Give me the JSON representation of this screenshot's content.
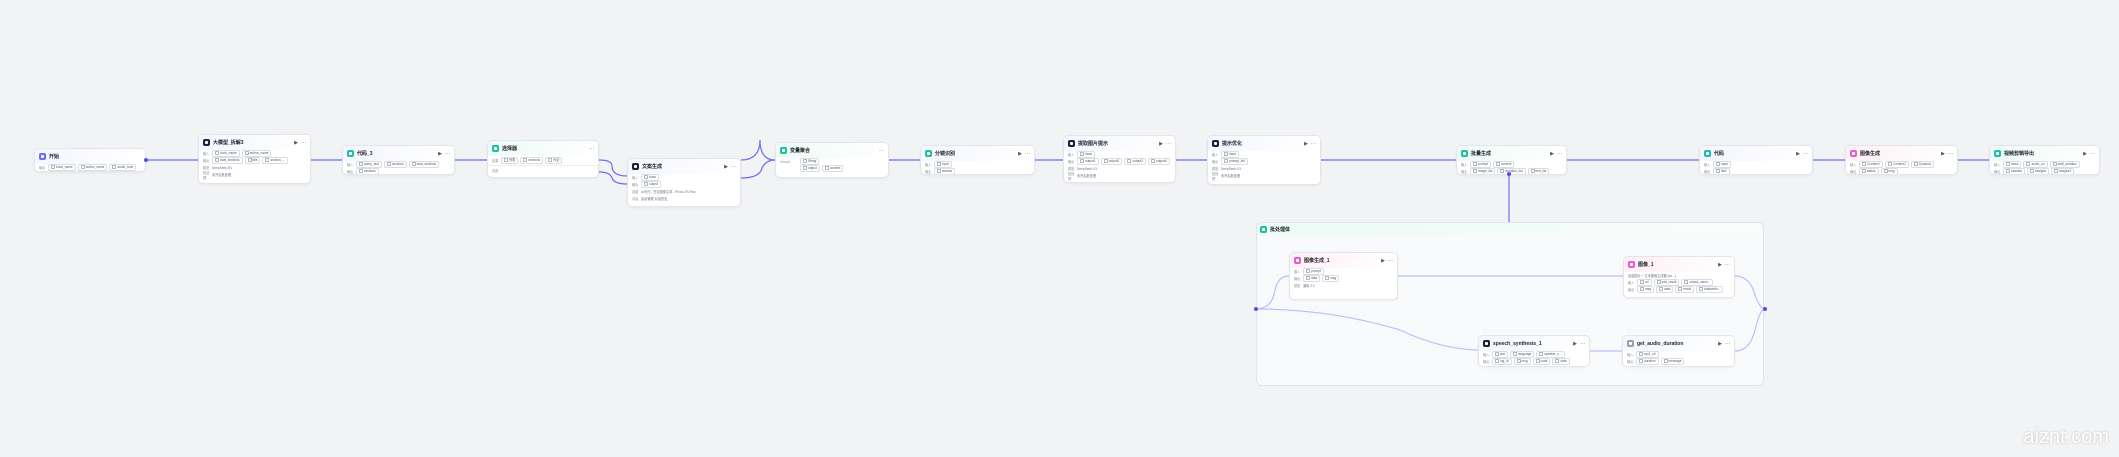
{
  "colors": {
    "accent": "#4d53e8",
    "blue_icon": "#6b6ef3",
    "dark_icon": "#1f1f2e",
    "teal_icon": "#1fbfa0",
    "pink_icon": "#e25fd0"
  },
  "nodes": {
    "start": {
      "title": "开始",
      "icon": "start-icon",
      "lab1": "输出",
      "p1": "book_name",
      "p2": "author_name",
      "p3": "audio_tone"
    },
    "n2": {
      "title": "大模型_拆解3",
      "icon": "llm-icon",
      "lab1": "输入",
      "lab2": "输出",
      "lab3": "模型",
      "lab4": "批处理",
      "p1": "book_name",
      "p2": "author_name",
      "p3": "total_sections",
      "p4": "title",
      "p5": "section_...",
      "model": "DeepSeek-R1",
      "batch": "未开启批处理"
    },
    "n3": {
      "title": "代码_3",
      "icon": "code-icon",
      "lab1": "输入",
      "lab2": "输出",
      "p1": "query_text",
      "p2": "sections",
      "p3": "total_sections",
      "p4": "sections"
    },
    "n4": {
      "title": "选择器",
      "icon": "selector-icon",
      "lab1": "如果",
      "sel": "列表",
      "sel2": "sections",
      "sel3": "为空",
      "lab2": "否则"
    },
    "n5": {
      "title": "文案生成",
      "icon": "llm-icon",
      "lab1": "输入",
      "lab2": "输出",
      "lab3": "技能",
      "lab4": "对话",
      "p1": "book",
      "p2": "output",
      "skill": "AI写作 - 豆包图像生成 - Photo-TN Flux",
      "dialog": "会话管理",
      "dialog2": "对话历史"
    },
    "n6": {
      "title": "变量聚合",
      "icon": "merge-icon",
      "lab1": "Group1",
      "p1": "String",
      "p2": "output",
      "p3": "content"
    },
    "n7": {
      "title": "分镜识别",
      "icon": "split-icon",
      "lab1": "输入",
      "lab2": "输出",
      "p1": "Input",
      "p2": "scenes"
    },
    "n8": {
      "title": "提取图片提示",
      "icon": "llm-icon",
      "lab1": "输入",
      "lab2": "输出",
      "lab3": "模型",
      "lab4": "批处理",
      "p1": "Input",
      "p2": "output1",
      "p3": "output2",
      "p4": "output3",
      "p5": "output4",
      "model": "DeepSeek-V3",
      "batch": "未开启批处理"
    },
    "n9": {
      "title": "提示优化",
      "icon": "llm-icon",
      "lab1": "输入",
      "lab2": "输出",
      "lab3": "模型",
      "lab4": "批处理",
      "p1": "Input",
      "p2": "prompt_list",
      "model": "DeepSeek-V3",
      "batch": "未开启批处理"
    },
    "n10": {
      "title": "批量生成",
      "icon": "batch-icon",
      "lab1": "输入",
      "lab2": "输出",
      "p1": "prompt",
      "p2": "content",
      "p3": "image_list",
      "p4": "duration_list",
      "p5": "text_list"
    },
    "n11": {
      "title": "代码",
      "icon": "code-icon",
      "lab1": "输入",
      "lab2": "输出",
      "p1": "Input",
      "p2": "list2"
    },
    "n12": {
      "title": "图像生成",
      "icon": "image-icon",
      "lab1": "输入",
      "lab2": "输出",
      "p1": "Content1",
      "p2": "Content2",
      "p3": "Dynamic",
      "p4": "status",
      "p5": "msg"
    },
    "n13": {
      "title": "视频剪辑导出",
      "icon": "video-icon",
      "lab1": "输入",
      "lab2": "输出",
      "p1": "news",
      "p2": "audio_url",
      "p3": "staff_duration",
      "p4": "usables",
      "p5": "designs",
      "p6": "images3"
    }
  },
  "group": {
    "title": "批处理体",
    "icon": "loop-icon",
    "g1": {
      "title": "图像生成_1",
      "icon": "image-icon",
      "lab1": "输入",
      "lab2": "输出",
      "lab3": "模型",
      "p1": "prompt",
      "p2": "data",
      "p3": "msg",
      "model": "通用 2.0"
    },
    "g2": {
      "title": "图像_1",
      "icon": "image-icon",
      "lab1": "任务",
      "lab2": "输入",
      "lab3": "输出",
      "task": "加载图片 + 文本图像生成器 (bu...)",
      "p1": "url",
      "p2": "add_result",
      "p3": "output_canvi...",
      "p4": "msg",
      "p5": "data",
      "p6": "result",
      "p7": "totalwidth...",
      "p8": "status"
    },
    "g3": {
      "title": "speech_synthesis_1",
      "icon": "tts-icon",
      "lab1": "输入",
      "lab2": "输出",
      "p1": "text",
      "p2": "language",
      "p3": "speaker_n...",
      "p4": "log_id",
      "p5": "msg",
      "p6": "code",
      "p7": "data"
    },
    "g4": {
      "title": "get_audio_duration",
      "icon": "audio-icon",
      "lab1": "输入",
      "lab2": "输出",
      "p1": "mp3_url",
      "p2": "duration",
      "p3": "message"
    }
  },
  "watermark": "aiznt.com"
}
